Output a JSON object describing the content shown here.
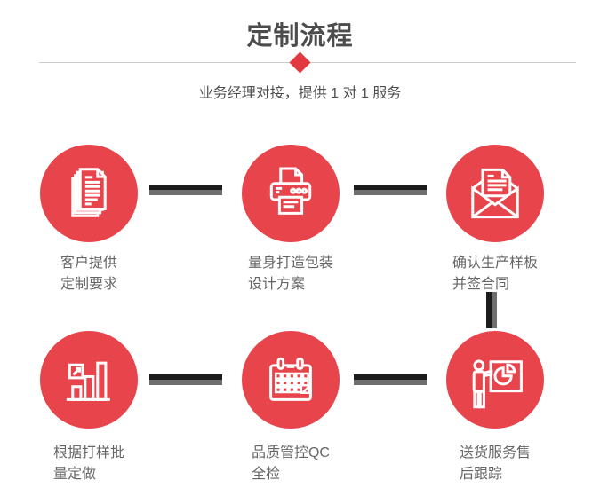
{
  "page": {
    "title": "定制流程",
    "subtitle": "业务经理对接，提供 1 对 1 服务"
  },
  "colors": {
    "circle_red": "#e8444b",
    "diamond_red": "#e23940",
    "connector_dark": "#1c1c1c",
    "connector_gray": "#6e6e6e",
    "divider_gray": "#cccccc",
    "title_gray": "#4c4c4c",
    "subtitle_gray": "#4f4f4f",
    "label_gray": "#666666"
  },
  "steps": [
    {
      "icon": "documents-icon",
      "line1": "客户提供",
      "line2": "定制要求"
    },
    {
      "icon": "printer-icon",
      "line1": "量身打造包装",
      "line2": "设计方案"
    },
    {
      "icon": "open-envelope-icon",
      "line1": "确认生产样板",
      "line2": "并签合同"
    },
    {
      "icon": "bar-chart-icon",
      "line1": "根据打样批",
      "line2": "量定做"
    },
    {
      "icon": "calendar-icon",
      "line1": "品质管控QC",
      "line2": "全检"
    },
    {
      "icon": "presenter-icon",
      "line1": "送货服务售",
      "line2": "后跟踪"
    }
  ]
}
